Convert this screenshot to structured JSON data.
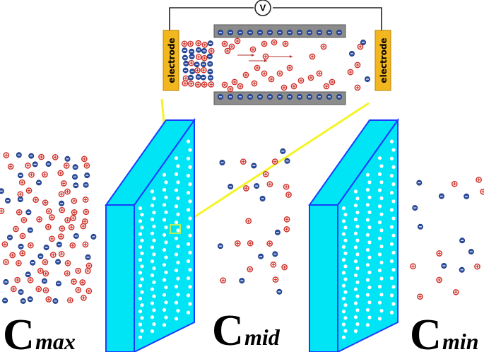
{
  "electrode_left": "electrode",
  "electrode_right": "electrode",
  "voltmeter": "V",
  "labels": {
    "max": {
      "main": "C",
      "sub": "max"
    },
    "mid": {
      "main": "C",
      "sub": "mid"
    },
    "min": {
      "main": "C",
      "sub": "min"
    }
  },
  "colors": {
    "cation": "#d0342c",
    "anion": "#2b4fa3",
    "membrane": "#00e5f5",
    "membrane_edge": "#1a3cff",
    "electrode": "#f2b61f",
    "wall": "#8c8c8c",
    "zoom_line": "#f4f428"
  }
}
